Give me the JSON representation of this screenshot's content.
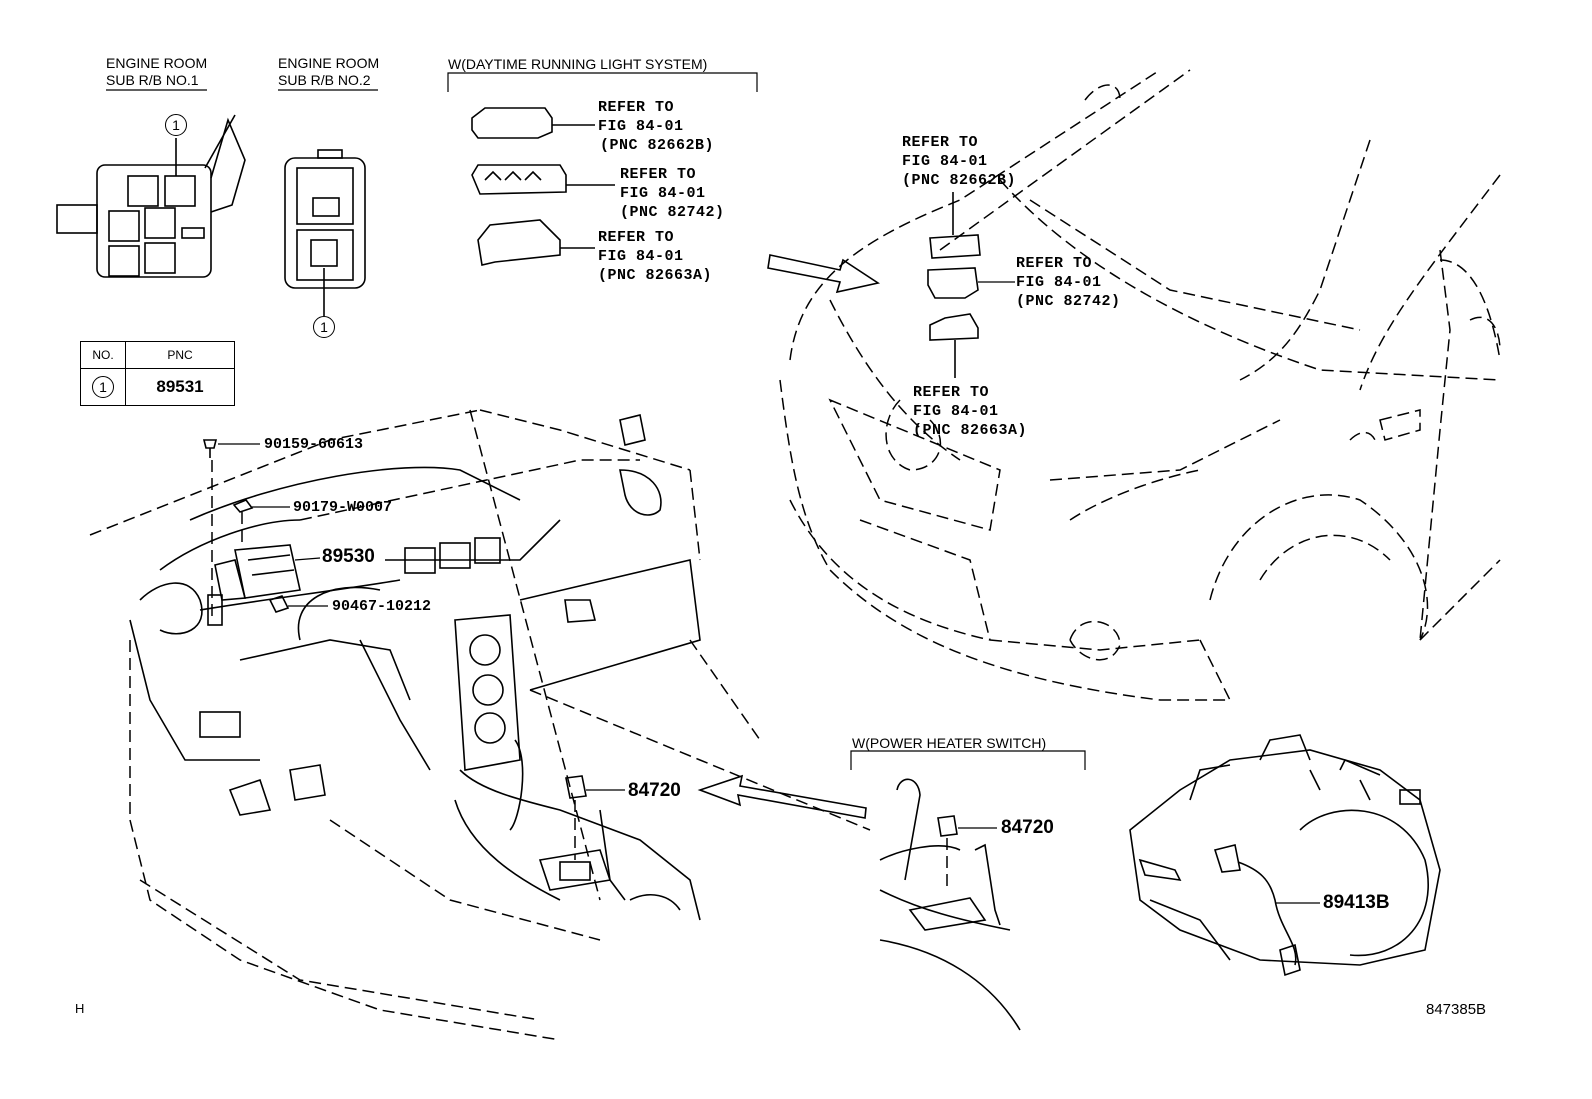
{
  "engine_room_1": {
    "line1": "ENGINE ROOM",
    "line2": "SUB R/B NO.1"
  },
  "engine_room_2": {
    "line1": "ENGINE ROOM",
    "line2": "SUB R/B NO.2"
  },
  "drl_title": "W(DAYTIME RUNNING LIGHT SYSTEM)",
  "heater_title": "W(POWER HEATER SWITCH)",
  "callout_number": "1",
  "pnc_table": {
    "header_no": "NO.",
    "header_pnc": "PNC",
    "row_no": "1",
    "row_pnc": "89531"
  },
  "refer_blocks": [
    {
      "l1": "REFER TO",
      "l2": "FIG 84-01",
      "l3": "(PNC 82662B)"
    },
    {
      "l1": "REFER TO",
      "l2": "FIG 84-01",
      "l3": "(PNC 82742)"
    },
    {
      "l1": "REFER TO",
      "l2": "FIG 84-01",
      "l3": "(PNC 82663A)"
    },
    {
      "l1": "REFER TO",
      "l2": "FIG 84-01",
      "l3": "(PNC 82662B)"
    },
    {
      "l1": "REFER TO",
      "l2": "FIG 84-01",
      "l3": "(PNC 82742)"
    },
    {
      "l1": "REFER TO",
      "l2": "FIG 84-01",
      "l3": "(PNC 82663A)"
    }
  ],
  "parts": {
    "bolt": "90159-60613",
    "nut": "90179-W0007",
    "ecu": "89530",
    "clip": "90467-10212",
    "switch_main": "84720",
    "switch_inset": "84720",
    "sensor": "89413B"
  },
  "footer": {
    "left": "H",
    "right": "847385B"
  }
}
